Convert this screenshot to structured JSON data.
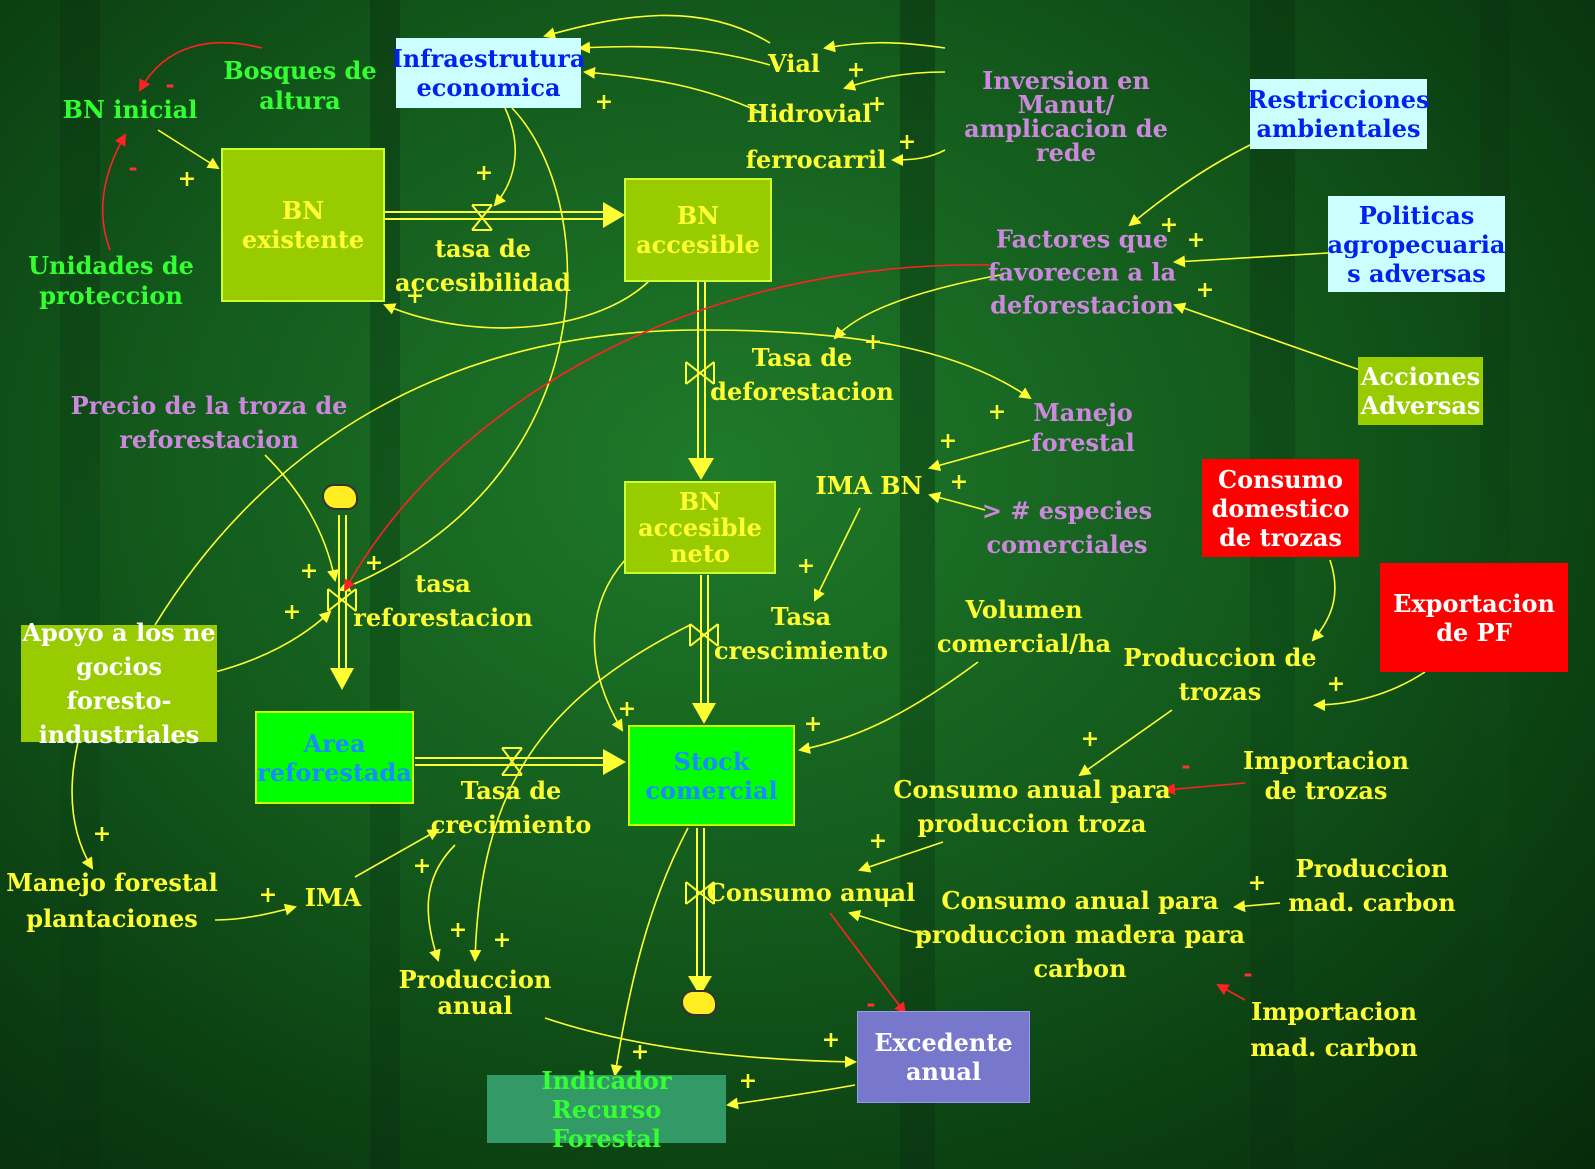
{
  "diagram": {
    "stocks": {
      "bn_existente": "BN existente",
      "bn_accesible": [
        "BN",
        "accesible"
      ],
      "bn_accesible_neto": [
        "BN",
        "accesible",
        "neto"
      ],
      "area_reforestada": [
        "Area",
        "reforestada"
      ],
      "stock_comercial": [
        "Stock",
        "comercial"
      ]
    },
    "boxes": {
      "infraestrutura": [
        "Infraestrutura",
        "economica"
      ],
      "restricciones": [
        "Restricciones",
        "ambientales"
      ],
      "politicas": [
        "Politicas",
        "agropecuaria",
        "s adversas"
      ],
      "acciones": [
        "Acciones",
        "Adversas"
      ],
      "consumo_domestico": [
        "Consumo",
        "domestico",
        "de trozas"
      ],
      "exportacion": [
        "Exportacion",
        "de PF"
      ],
      "apoyo": [
        "Apoyo a los ne",
        "gocios foresto-",
        "industriales"
      ],
      "excedente": [
        "Excedente",
        "anual"
      ],
      "indicador": [
        "Indicador Recurso",
        "Forestal"
      ]
    },
    "labels": {
      "bosques": [
        "Bosques de",
        "altura"
      ],
      "bn_inicial": "BN inicial",
      "unidades": [
        "Unidades de",
        "proteccion"
      ],
      "vial": "Vial",
      "hidrovial": "Hidrovial",
      "ferrocarril": "ferrocarril",
      "inversion": [
        "Inversion en",
        "Manut/",
        "amplicacion de",
        "rede"
      ],
      "tasa_accesibilidad": [
        "tasa de",
        "accesibilidad"
      ],
      "factores": [
        "Factores que",
        "favorecen a la",
        "deforestacion"
      ],
      "tasa_deforestacion": [
        "Tasa de",
        "deforestacion"
      ],
      "manejo_forestal": [
        "Manejo",
        "forestal"
      ],
      "precio": [
        "Precio de la troza de",
        "reforestacion"
      ],
      "ima_bn": "IMA BN",
      "especies": [
        "> # especies",
        "comerciales"
      ],
      "tasa_reforestacion": [
        "tasa",
        "reforestacion"
      ],
      "tasa_crescimiento": [
        "Tasa",
        "crescimiento"
      ],
      "volumen": [
        "Volumen",
        "comercial/ha"
      ],
      "produccion_trozas": [
        "Produccion de",
        "trozas"
      ],
      "importacion_trozas": [
        "Importacion",
        "de trozas"
      ],
      "consumo_anual_troza": [
        "Consumo anual para",
        "produccion troza"
      ],
      "tasa_crecimiento": [
        "Tasa de",
        "crecimiento"
      ],
      "manejo_plantaciones": [
        "Manejo forestal",
        "plantaciones"
      ],
      "ima": "IMA",
      "consumo_anual": "Consumo anual",
      "produccion_carbon": [
        "Produccion",
        "mad. carbon"
      ],
      "consumo_carbon": [
        "Consumo anual para",
        "produccion madera para",
        "carbon"
      ],
      "produccion_anual": [
        "Produccion",
        "anual"
      ],
      "importacion_carbon": [
        "Importacion",
        "mad. carbon"
      ]
    },
    "signs": {
      "plus": "+",
      "minus": "-"
    },
    "colors": {
      "arrow": "#ffff33",
      "negative_arrow": "#ff2222",
      "flow_pipe": "#ffff33"
    }
  }
}
